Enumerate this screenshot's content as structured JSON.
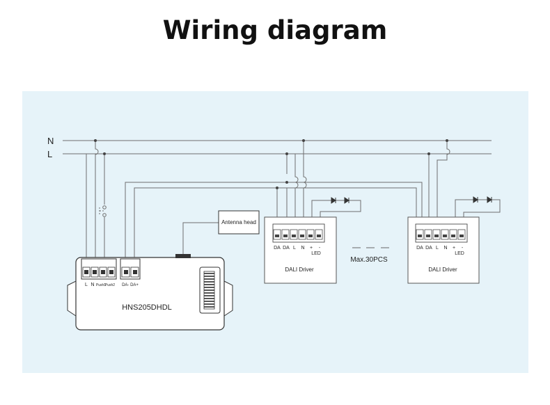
{
  "title": "Wiring diagram",
  "bus_labels": {
    "neutral": "N",
    "live": "L"
  },
  "antenna_label": "Antenna head",
  "controller": {
    "model": "HNS205DHDL",
    "terminal_labels": {
      "l": "L",
      "n": "N",
      "push1": "Push1",
      "push2": "Push2",
      "dali": "DA- DA+"
    }
  },
  "drivers": [
    {
      "name": "DALI Driver",
      "terminals": [
        "DA",
        "DA",
        "L",
        "N",
        "+",
        "-"
      ],
      "led_label": "LED"
    },
    {
      "name": "DALI Driver",
      "terminals": [
        "DA",
        "DA",
        "L",
        "N",
        "+",
        "-"
      ],
      "led_label": "LED"
    }
  ],
  "max_note": "Max.30PCS",
  "colors": {
    "panel": "#e6f3f9",
    "wire": "#6e6e6e",
    "line": "#3a3a3a"
  }
}
